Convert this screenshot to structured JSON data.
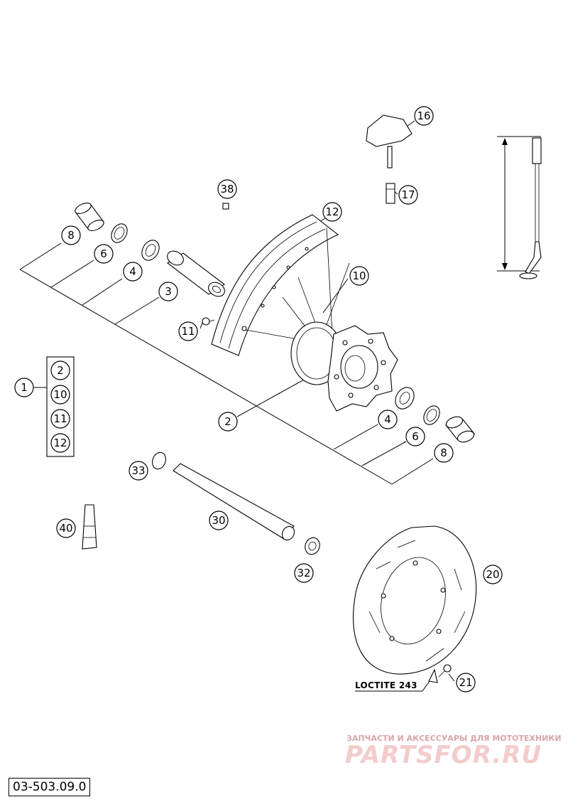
{
  "drawing_code": "03-503.09.0",
  "note_loctite": "LOCTITE 243",
  "watermark": {
    "subtitle": "ЗАПЧАСТИ И АКСЕССУАРЫ ДЛЯ МОТОТЕХНИКИ",
    "brand": "PARTSFOR.RU"
  },
  "callouts": {
    "c1": "1",
    "c2": "2",
    "c3": "3",
    "c4a": "4",
    "c4b": "4",
    "c6a": "6",
    "c6b": "6",
    "c8a": "8",
    "c8b": "8",
    "c10": "10",
    "c11": "11",
    "c12": "12",
    "c16": "16",
    "c17": "17",
    "c20": "20",
    "c21": "21",
    "c30": "30",
    "c32": "32",
    "c33": "33",
    "c38": "38",
    "c40": "40"
  },
  "kit_items": [
    "2",
    "10",
    "11",
    "12"
  ]
}
